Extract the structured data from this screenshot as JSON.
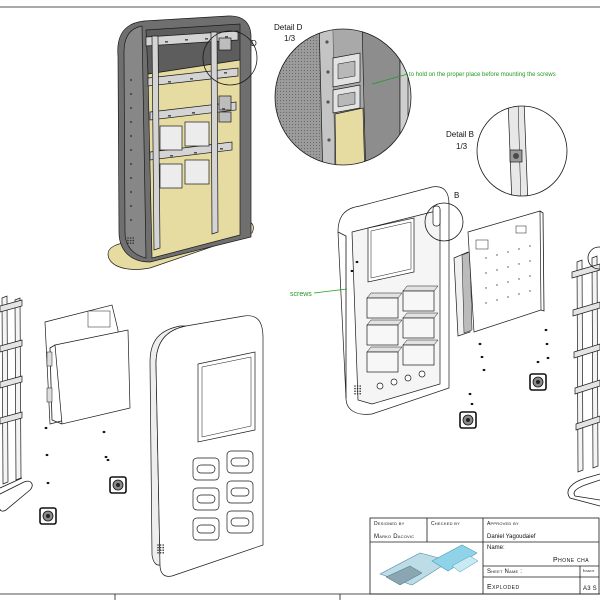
{
  "callouts": {
    "detail_d_title": "Detail D",
    "detail_d_scale": "1/3",
    "detail_d_marker": "D",
    "detail_b_title": "Detail B",
    "detail_b_scale": "1/3",
    "detail_b_marker": "B",
    "note_hold": "to hold on the proper place before mounting the screws",
    "note_screws": "screws"
  },
  "title_block": {
    "designed_by_label": "Designed by",
    "designer": "Marko Dacovic",
    "checked_by_label": "Checked by",
    "approved_by_label": "Approved by",
    "approver": "Daniel Yagoudaief",
    "name_label": "Name:",
    "name_value": "Phone cha",
    "sheet_name_label": "Sheet Name :",
    "sheet_name_extra": "Invent",
    "sheet_value": "Exploded",
    "format": "A3 S"
  },
  "colors": {
    "line": "#1a1a1a",
    "note": "#1f9a1f",
    "back_panel": "#e6dba1",
    "shell": "#6f6f6f"
  }
}
